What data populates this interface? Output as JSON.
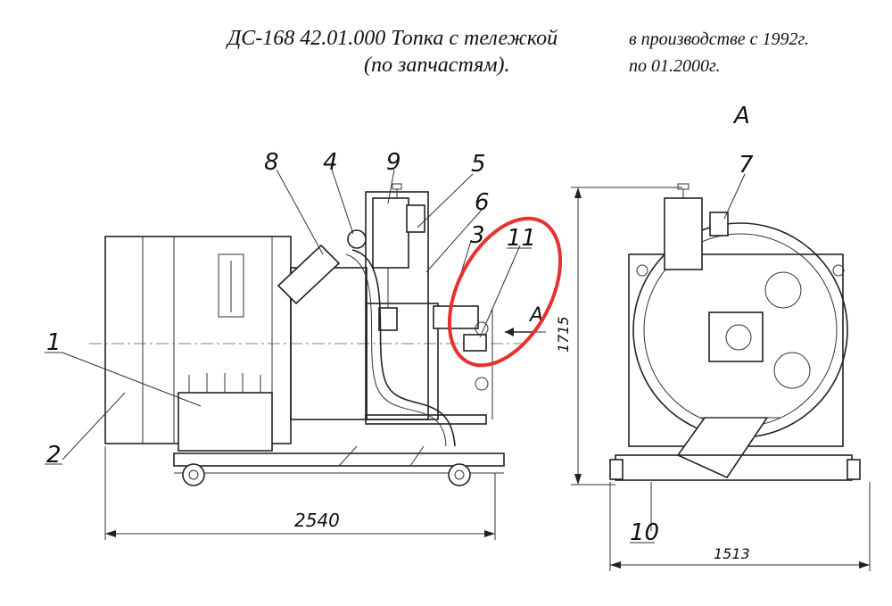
{
  "header": {
    "title_line1": "ДС-168 42.01.000 Топка с тележкой",
    "title_line2": "(по запчастям).",
    "production_line1": "в производстве с 1992г.",
    "production_line2": "по 01.2000г."
  },
  "view": {
    "section_label": "A",
    "section_marker": "A"
  },
  "dimensions": {
    "length": "2540",
    "height": "1715",
    "width": "1513"
  },
  "callouts": [
    "1",
    "2",
    "3",
    "4",
    "5",
    "6",
    "7",
    "8",
    "9",
    "10",
    "11"
  ],
  "highlight_color": "#e8312f"
}
